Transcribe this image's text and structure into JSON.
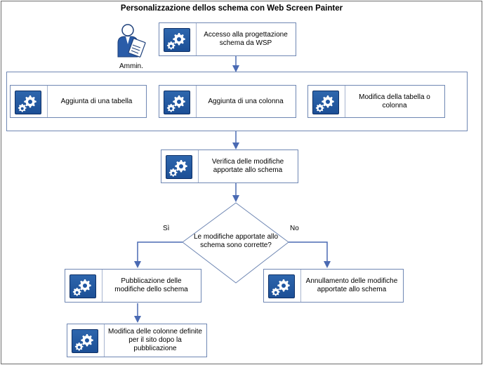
{
  "title": "Personalizzazione dellos schema con Web Screen Painter",
  "actor": {
    "label": "Ammin.",
    "icon": "admin-user-icon"
  },
  "steps": {
    "access": "Accesso alla progettazione schema da WSP",
    "add_table": "Aggiunta di una tabella",
    "add_column": "Aggiunta di una colonna",
    "modify": "Modifica della tabella o colonna",
    "verify": "Verifica delle modifiche apportate allo schema",
    "publish": "Pubblicazione delle modifiche dello schema",
    "cancel": "Annullamento delle modifiche apportate allo schema",
    "site_modify": "Modifica delle colonne definite per il sito dopo la pubblicazione"
  },
  "decision": {
    "question": "Le modifiche apportate allo schema sono corrette?",
    "yes": "Sì",
    "no": "No"
  },
  "colors": {
    "arrow": "#4a6ab3",
    "box_border": "#6f87b3",
    "icon_fill": "#1f56a2"
  }
}
